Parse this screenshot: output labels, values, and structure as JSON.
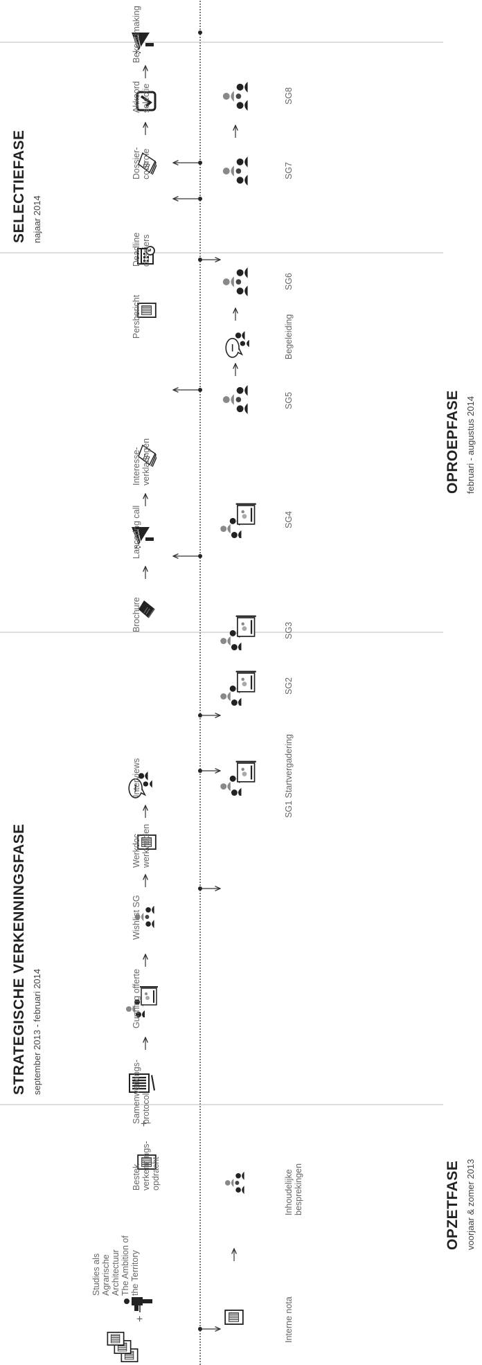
{
  "phases": {
    "strategische": {
      "title": "STRATEGISCHE VERKENNINGSFASE",
      "period": "september 2013 - februari 2014"
    },
    "selectie": {
      "title": "SELECTIEFASE",
      "period": "najaar 2014"
    },
    "oproep": {
      "title": "OPROEPFASE",
      "period": "februari - augustus 2014"
    },
    "opzet": {
      "title": "OPZETFASE",
      "period": "voorjaar & zomer 2013"
    }
  },
  "top_labels": [
    "Studies als\nAgrarische\nArchitectuur\nThe Ambition of\nthe Territory",
    "Bestek\nverkennings-\nopdracht",
    "Samenwerkings-\nprotocol",
    "Gunning offerte",
    "Wishlist SG",
    "Werkdoc\nwerkvelden",
    "Interviews",
    "Brochure",
    "Lancering call",
    "Interesse-\nverklaringen",
    "Persbericht",
    "Deadline\ndossiers",
    "Dossier-\ncontrole",
    "Akkoord\nselectie",
    "Bekendmaking"
  ],
  "bottom_labels": [
    "Interne nota",
    "Inhoudelijke\nbesprekingen",
    "SG1 Startvergadering",
    "SG2",
    "SG3",
    "SG4",
    "SG5",
    "Begeleiding",
    "SG6",
    "SG7",
    "SG8"
  ],
  "plus_sign": "+",
  "icons": {
    "doc": "document-icon",
    "group": "meeting-group-icon",
    "board": "presentation-board-icon",
    "speech": "interview-icon",
    "megaphone": "megaphone-icon",
    "check": "checkmark-icon",
    "calendar": "calendar-clock-icon",
    "stack": "document-stack-icon",
    "pen": "contract-pen-icon",
    "person": "person-icon"
  }
}
